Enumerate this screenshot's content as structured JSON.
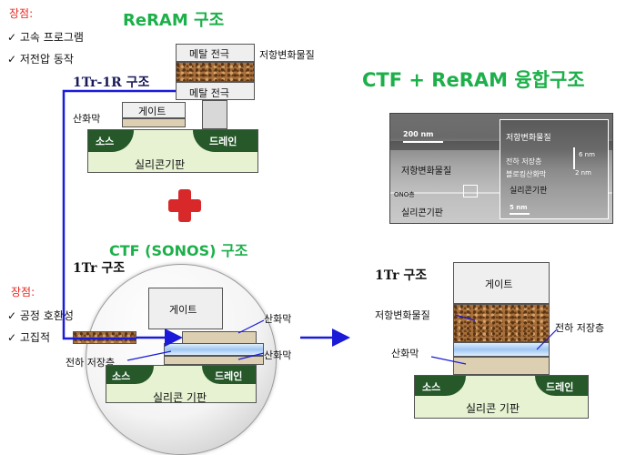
{
  "left_top": {
    "advantages_title": "장점:",
    "advantages": [
      "고속 프로그램",
      "저전압 동작"
    ],
    "check_mark": "✓"
  },
  "reram": {
    "title": "ReRAM 구조",
    "structure": "1Tr-1R 구조",
    "top_electrode": "메탈 전극",
    "bottom_electrode": "메탈 전극",
    "resistive_layer": "저항변화물질",
    "gate": "게이트",
    "oxide": "산화막",
    "source": "소스",
    "drain": "드레인",
    "substrate": "실리콘기판"
  },
  "ctf": {
    "title": "CTF (SONOS) 구조",
    "structure": "1Tr 구조",
    "advantages_title": "장점:",
    "advantages": [
      "공정 호환성",
      "고집적"
    ],
    "gate": "게이트",
    "oxide_top": "산화막",
    "oxide_bottom": "산화막",
    "charge_layer": "전하 저장층",
    "source": "소스",
    "drain": "드레인",
    "substrate": "실리콘 기판"
  },
  "fusion": {
    "title": "CTF + ReRAM 융합구조",
    "structure": "1Tr 구조",
    "gate": "게이트",
    "resistive_layer": "저항변화물질",
    "charge_layer": "전하 저장층",
    "oxide": "산화막",
    "source": "소스",
    "drain": "드레인",
    "substrate": "실리콘 기판"
  },
  "tem": {
    "scale_large": "200 nm",
    "label_resistive": "저항변화물질",
    "label_ono": "ONO층",
    "label_substrate": "실리콘기판",
    "inset_resistive": "저항변화물질",
    "inset_charge": "전하 저장층",
    "inset_oxide": "블로킹산화막",
    "inset_substrate": "실리콘기판",
    "inset_6nm": "6 nm",
    "inset_2nm": "2 nm",
    "scale_small": "5 nm"
  },
  "colors": {
    "green_title": "#1db04a",
    "red_label": "#e8261f",
    "connector_blue": "#1a1ad8",
    "plus_red": "#d9282a"
  }
}
